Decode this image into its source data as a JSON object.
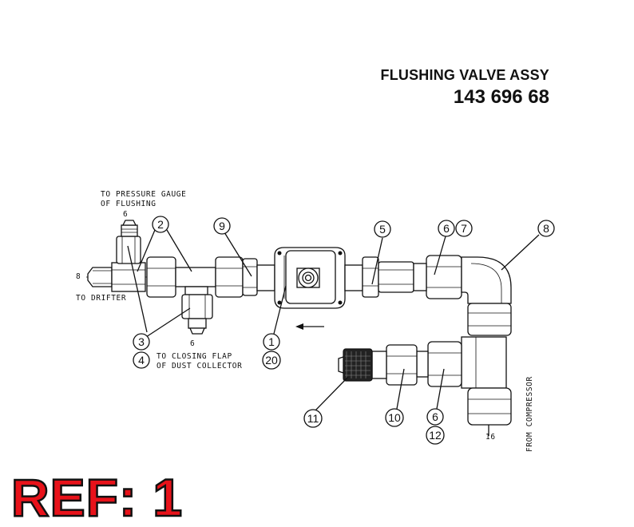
{
  "title": {
    "name": "FLUSHING VALVE ASSY",
    "part_number": "143 696 68"
  },
  "annotations": {
    "to_pressure_gauge_line1": "TO PRESSURE GAUGE",
    "to_pressure_gauge_line2": "OF FLUSHING",
    "to_drifter": "TO DRIFTER",
    "to_closing_flap_line1": "TO CLOSING FLAP",
    "to_closing_flap_line2": "OF DUST COLLECTOR",
    "from_compressor": "FROM COMPRESSOR"
  },
  "sizes": {
    "gauge_port": "6",
    "drifter_port": "8",
    "flap_port": "6",
    "compressor_port": "16"
  },
  "balloons": [
    "1",
    "2",
    "3",
    "4",
    "5",
    "6",
    "7",
    "8",
    "9",
    "10",
    "11",
    "6",
    "12",
    "20"
  ],
  "ref_label": "REF: 1"
}
